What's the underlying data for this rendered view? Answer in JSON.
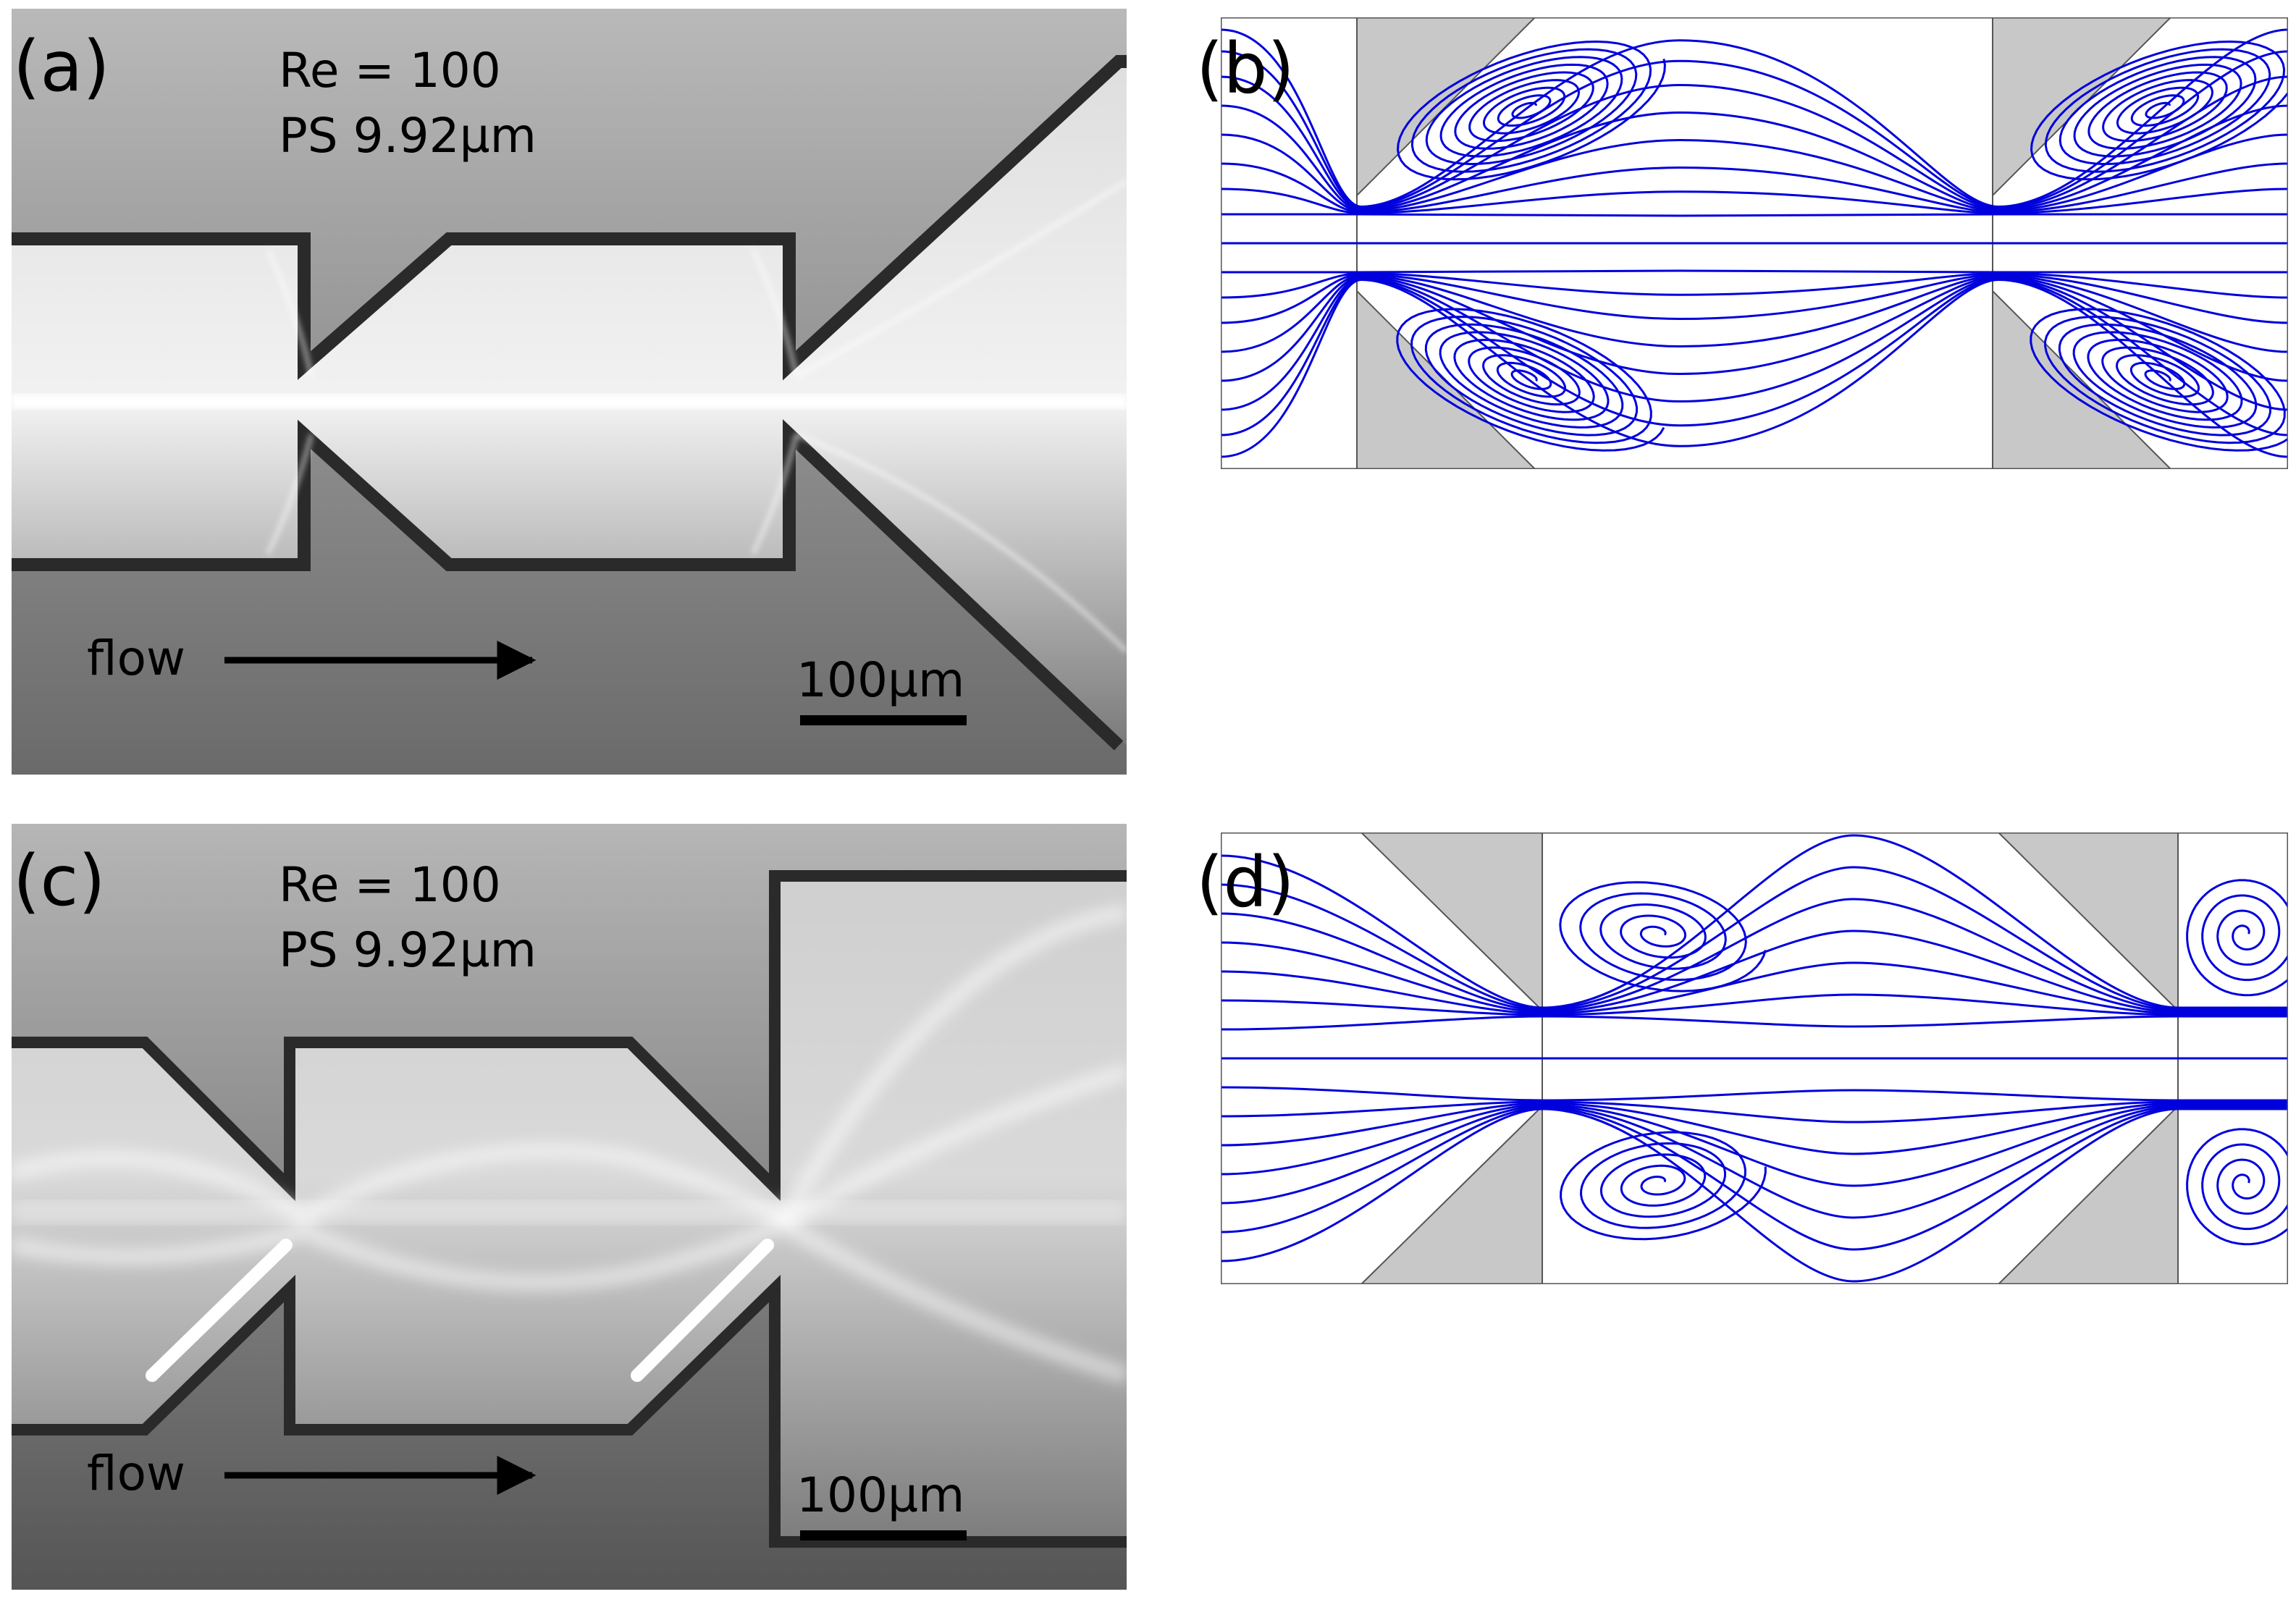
{
  "panels": {
    "a": {
      "label": "(a)",
      "re_text": "Re = 100",
      "ps_text": "PS 9.92µm",
      "flow_label": "flow",
      "scale_label": "100µm"
    },
    "b": {
      "label": "(b)"
    },
    "c": {
      "label": "(c)",
      "re_text": "Re = 100",
      "ps_text": "PS 9.92µm",
      "flow_label": "flow",
      "scale_label": "100µm"
    },
    "d": {
      "label": "(d)"
    }
  },
  "colors": {
    "streamline": "#0000dd",
    "obstacle": "#c8c8c8",
    "frame": "#555555"
  }
}
